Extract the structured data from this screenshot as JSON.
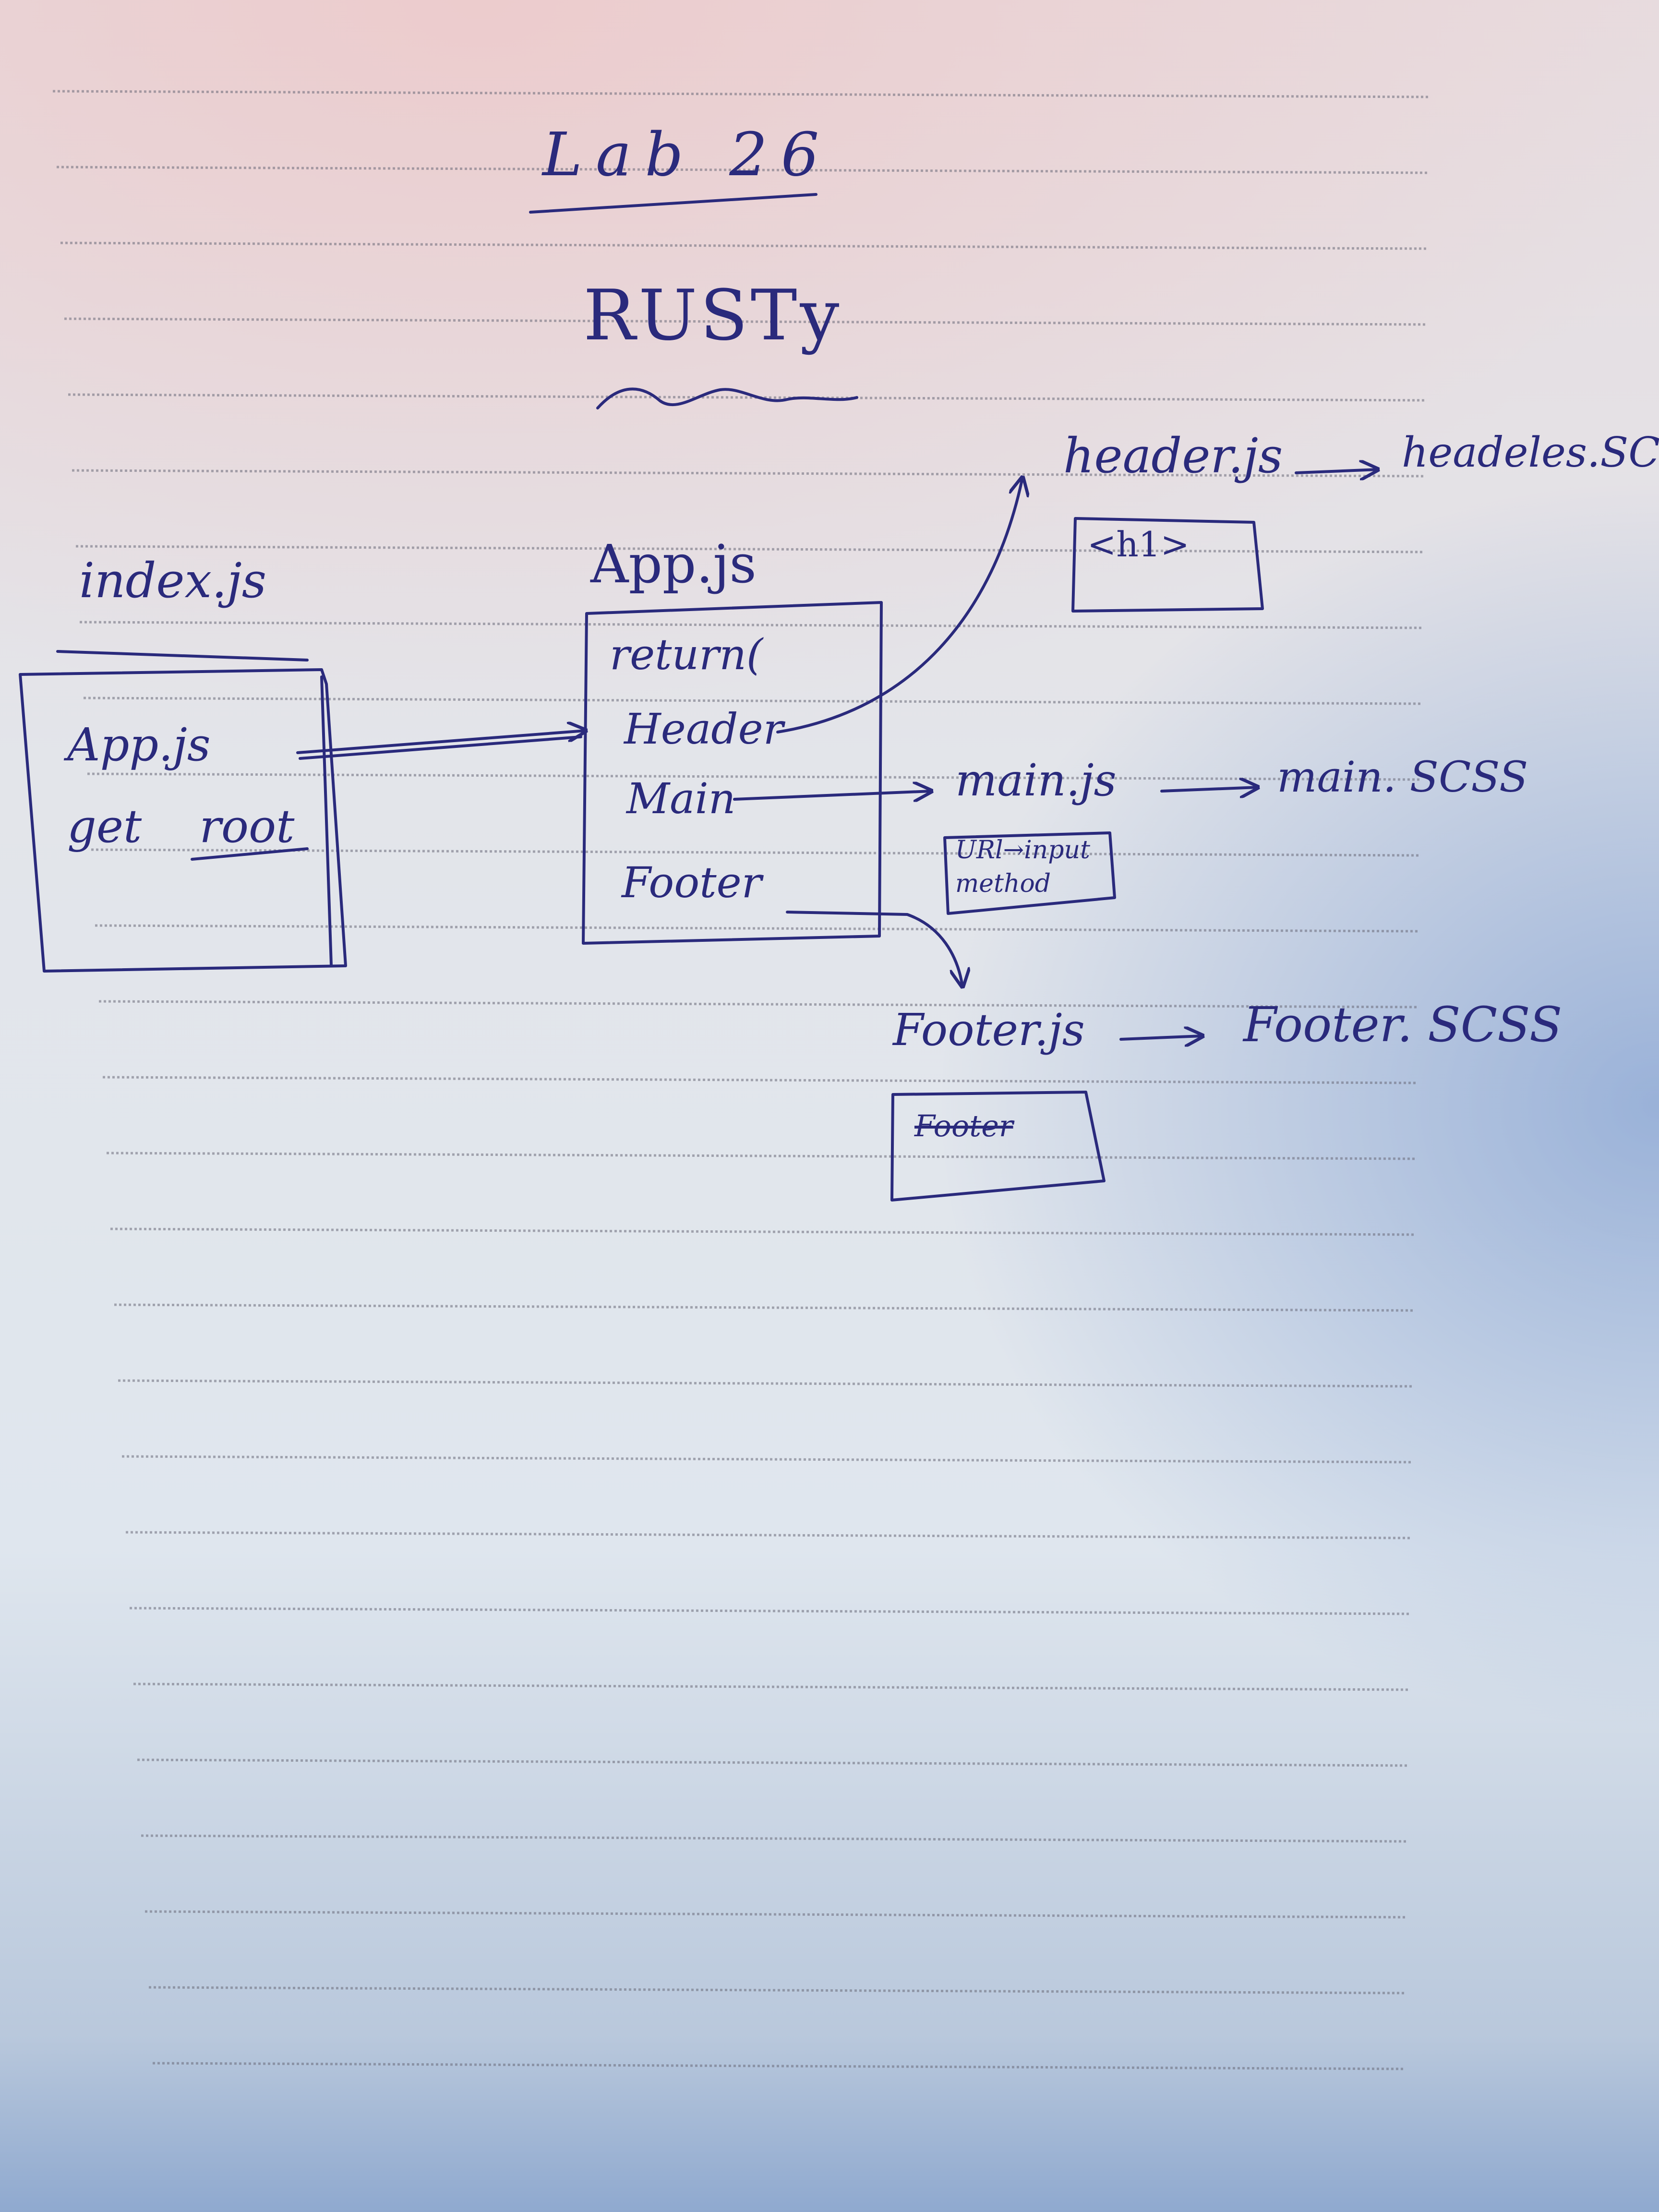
{
  "title": "Lab 26",
  "subtitle": "RUSTy",
  "index_box": {
    "label": "index.js",
    "lines": [
      "App.js",
      "get root"
    ]
  },
  "app_box": {
    "label": "App.js",
    "lines": [
      "return(",
      "Header",
      "Main",
      "Footer"
    ]
  },
  "header_component": {
    "file": "header.js",
    "style": "headeles.SCSS",
    "box_text": "<h1>"
  },
  "main_component": {
    "file": "main.js",
    "style": "main. SCSS",
    "box_text": [
      "URl→input",
      "method"
    ]
  },
  "footer_component": {
    "file": "Footer.js",
    "style": "Footer. SCSS",
    "box_text": "Footer"
  },
  "colors": {
    "ink": "#2a2a7c",
    "ruling": "#6b6b7a"
  }
}
